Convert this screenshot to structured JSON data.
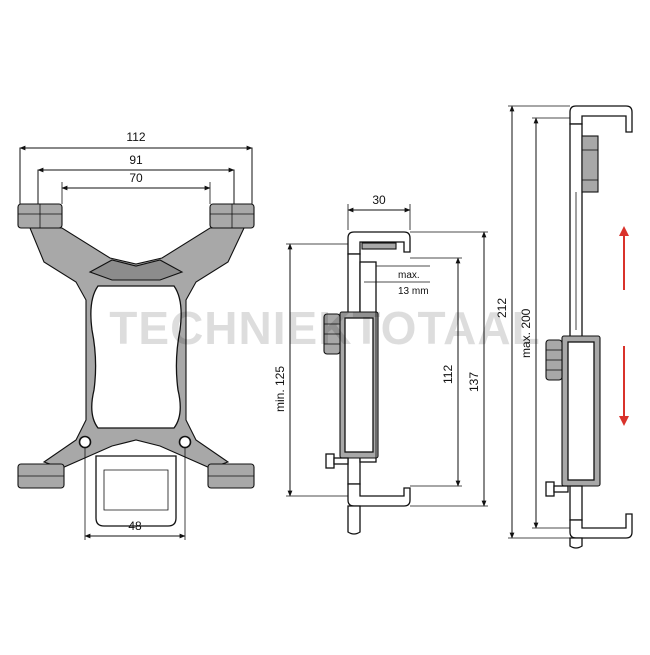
{
  "watermark": "TECHNIEKTOTAAL",
  "front_view": {
    "dim_outer_width": "112",
    "dim_mid_width": "91",
    "dim_inner_width": "70",
    "dim_bottom_width": "48"
  },
  "side_view": {
    "dim_depth": "30",
    "label_max": "max.",
    "label_13mm": "13 mm",
    "dim_min_height": "min. 125",
    "dim_112": "112",
    "dim_137": "137"
  },
  "extended_view": {
    "dim_212": "212",
    "dim_max_200": "max. 200"
  },
  "colors": {
    "arrow": "#d9322b",
    "part_gray": "#a8a8a8",
    "line": "#111111"
  }
}
